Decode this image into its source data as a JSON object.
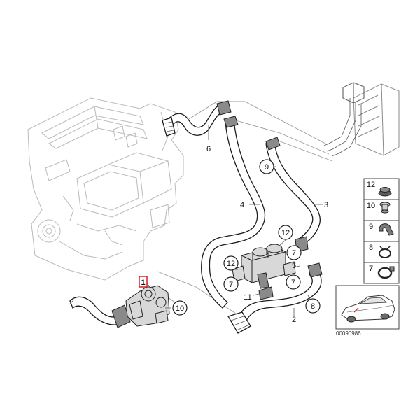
{
  "diagram": {
    "parts": [
      {
        "id": "p1",
        "label": "1",
        "highlight": true
      },
      {
        "id": "p2",
        "label": "2"
      },
      {
        "id": "p3",
        "label": "3"
      },
      {
        "id": "p4",
        "label": "4"
      },
      {
        "id": "p5",
        "label": "5"
      },
      {
        "id": "p6",
        "label": "6"
      },
      {
        "id": "p7a",
        "label": "7"
      },
      {
        "id": "p7b",
        "label": "7"
      },
      {
        "id": "p7c",
        "label": "7"
      },
      {
        "id": "p8",
        "label": "8"
      },
      {
        "id": "p9",
        "label": "9"
      },
      {
        "id": "p10",
        "label": "10"
      },
      {
        "id": "p11",
        "label": "11"
      },
      {
        "id": "p12a",
        "label": "12"
      },
      {
        "id": "p12b",
        "label": "12"
      }
    ],
    "legend": [
      {
        "label": "12",
        "icon": "grommet-icon"
      },
      {
        "label": "10",
        "icon": "bolt-icon"
      },
      {
        "label": "9",
        "icon": "clamp-icon"
      },
      {
        "label": "8",
        "icon": "hose-clamp-icon"
      },
      {
        "label": "7",
        "icon": "band-clamp-icon"
      }
    ],
    "reference_number": "00090986",
    "highlight_color": "#d42020"
  }
}
